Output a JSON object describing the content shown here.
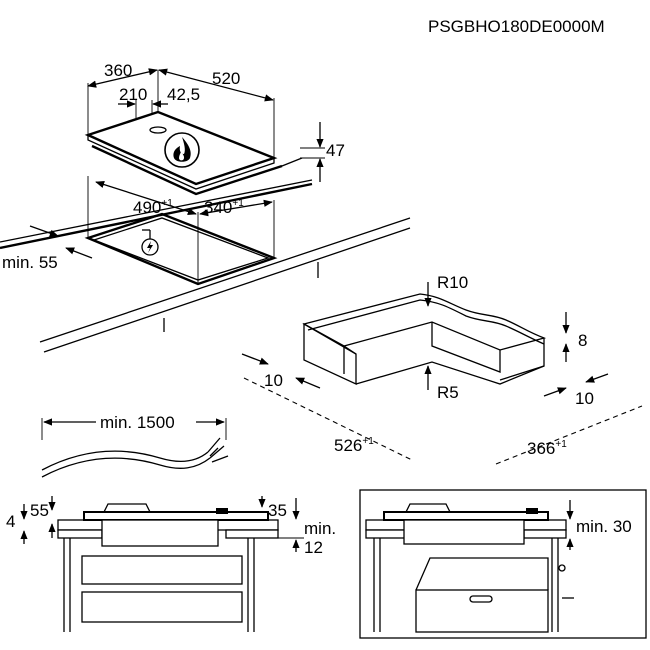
{
  "product_code": "PSGBHO180DE0000M",
  "hob_dimensions": {
    "total_width": "360",
    "depth": "520",
    "half_width": "210",
    "offset": "42,5",
    "height": "47"
  },
  "cutout_dimensions": {
    "depth_value": "490",
    "depth_tolerance": "+1",
    "width_value": "340",
    "width_tolerance": "+1",
    "min_wall_distance": "min. 55"
  },
  "seal_corner": {
    "outer_radius": "R10",
    "inner_radius": "R5",
    "seal_height": "8",
    "left_margin": "10",
    "right_margin": "10",
    "length_value": "526",
    "length_tolerance": "+1",
    "width_value": "366",
    "width_tolerance": "+1"
  },
  "cable": {
    "min_length": "min. 1500"
  },
  "section_left": {
    "worktop_thickness": "4",
    "hob_top": "55",
    "right_top": "35",
    "min_label": "min.",
    "min_value": "12"
  },
  "section_right": {
    "min_clearance": "min. 30"
  }
}
